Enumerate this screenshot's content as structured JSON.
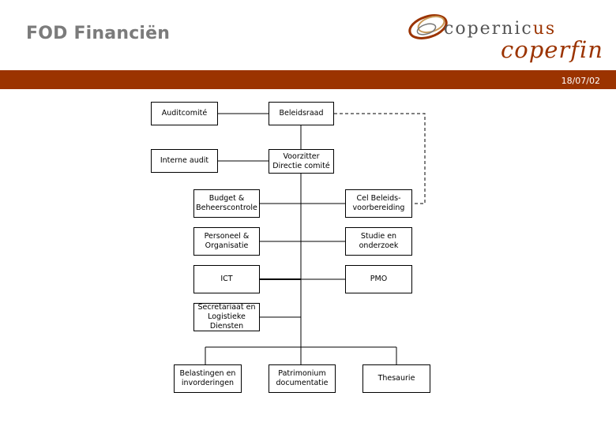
{
  "header": {
    "title": "FOD Financiën",
    "date": "18/07/02"
  },
  "logo": {
    "top_text": "copernic",
    "top_text_accent": "us",
    "bottom_text": "coperfin"
  },
  "colors": {
    "brand": "#9b3300",
    "title": "#7b7b7b",
    "line": "#000000"
  },
  "org": {
    "auditcomite": "Auditcomité",
    "beleidsraad": "Beleidsraad",
    "interne_audit": "Interne audit",
    "voorzitter": "Voorzitter Directie comité",
    "budget": "Budget & Beheerscontrole",
    "cel": "Cel Beleids-voorbereiding",
    "personeel": "Personeel & Organisatie",
    "studie": "Studie en onderzoek",
    "ict": "ICT",
    "pmo": "PMO",
    "secretariaat": "Secretariaat en Logistieke Diensten",
    "belastingen": "Belastingen en invorderingen",
    "patrimonium": "Patrimonium documentatie",
    "thesaurie": "Thesaurie"
  }
}
